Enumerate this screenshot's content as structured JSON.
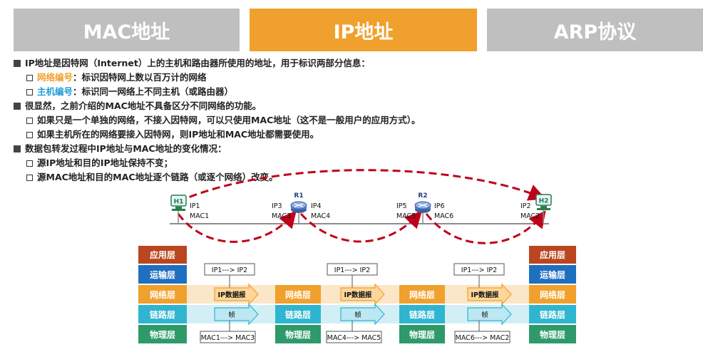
{
  "tabs": [
    {
      "label": "MAC地址",
      "active": false
    },
    {
      "label": "IP地址",
      "active": true
    },
    {
      "label": "ARP协议",
      "active": false
    }
  ],
  "colors": {
    "tab_active": "#f0a02c",
    "tab_inactive": "#bfbfbf",
    "highlight_orange": "#f0a02c",
    "highlight_blue": "#1e9bd7",
    "arrow_red": "#c0001a",
    "layer_application": "#b9461e",
    "layer_transport": "#1f6fc0",
    "layer_network": "#f0a02c",
    "layer_link": "#2fb5d0",
    "layer_physical": "#2e9a6a"
  },
  "content": {
    "p1": "IP地址是因特网（Internet）上的主机和路由器所使用的地址，用于标识两部分信息：",
    "p1a_label": "网络编号",
    "p1a_text": "：标识因特网上数以百万计的网络",
    "p1b_label": "主机编号",
    "p1b_text": "：标识同一网络上不同主机（或路由器）",
    "p2": "很显然，之前介绍的MAC地址不具备区分不同网络的功能。",
    "p2a": "如果只是一个单独的网络，不接入因特网，可以只使用MAC地址（这不是一般用户的应用方式）。",
    "p2b": "如果主机所在的网络要接入因特网，则IP地址和MAC地址都需要使用。",
    "p3": "数据包转发过程中IP地址与MAC地址的变化情况：",
    "p3a": "源IP地址和目的IP地址保持不变；",
    "p3b": "源MAC地址和目的MAC地址逐个链路（或逐个网络）改变。"
  },
  "topology": {
    "h1": "H1",
    "h2": "H2",
    "r1": "R1",
    "r2": "R2",
    "h1_ip": "IP1",
    "h1_mac": "MAC1",
    "r1_left_ip": "IP3",
    "r1_left_mac": "MAC3",
    "r1_right_ip": "IP4",
    "r1_right_mac": "MAC4",
    "r2_left_ip": "IP5",
    "r2_left_mac": "MAC5",
    "r2_right_ip": "IP6",
    "r2_right_mac": "MAC6",
    "h2_ip": "IP2",
    "h2_mac": "MAC2"
  },
  "layers": {
    "application": "应用层",
    "transport": "运输层",
    "network": "网络层",
    "link": "链路层",
    "physical": "物理层"
  },
  "packets": {
    "ip_datagram": "IP数据报",
    "frame": "帧",
    "ip_header_1": "IP1---> IP2",
    "ip_header_2": "IP1---> IP2",
    "ip_header_3": "IP1---> IP2",
    "mac_header_1": "MAC1---> MAC3",
    "mac_header_2": "MAC4---> MAC5",
    "mac_header_3": "MAC6---> MAC2"
  }
}
